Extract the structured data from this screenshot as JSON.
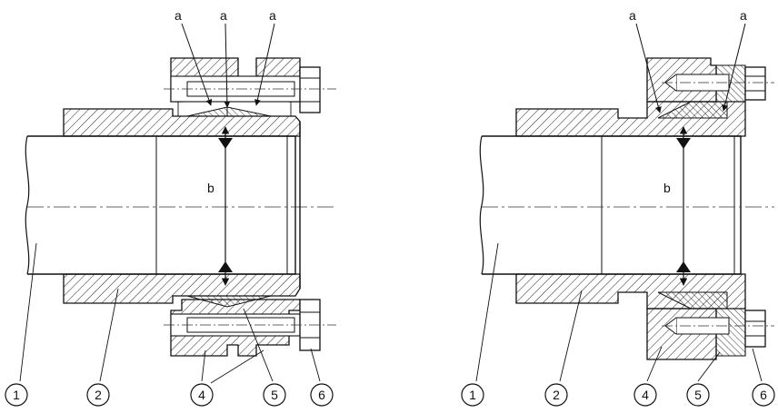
{
  "left_drawing": {
    "callout_a": [
      "a",
      "a",
      "a"
    ],
    "dimension_label": "b",
    "part_numbers": [
      "1",
      "2",
      "4",
      "5",
      "6"
    ]
  },
  "right_drawing": {
    "callout_a": [
      "a",
      "a"
    ],
    "dimension_label": "b",
    "part_numbers": [
      "1",
      "2",
      "4",
      "5",
      "6"
    ]
  }
}
